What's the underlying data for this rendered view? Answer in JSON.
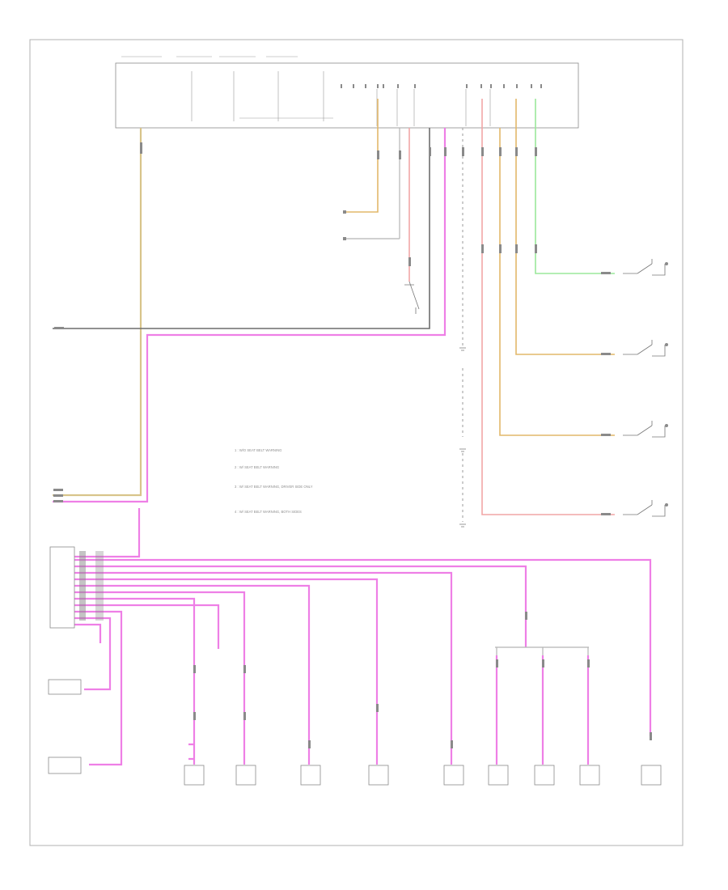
{
  "legend": [
    "1 : W/O SEAT BELT WARNING",
    "2 : W/ SEAT BELT WARNING",
    "3 : W/ SEAT BELT WARNING, DRIVER SIDE ONLY",
    "4 : W/ SEAT BELT WARNING, BOTH SIDES"
  ],
  "colors": {
    "wire_tan": "#d8c48a",
    "wire_pink": "#ee7fe6",
    "wire_light_red": "#f1a6a6",
    "wire_green": "#9be89b",
    "wire_orange": "#e2b86a",
    "wire_black": "#6d6d6d"
  }
}
